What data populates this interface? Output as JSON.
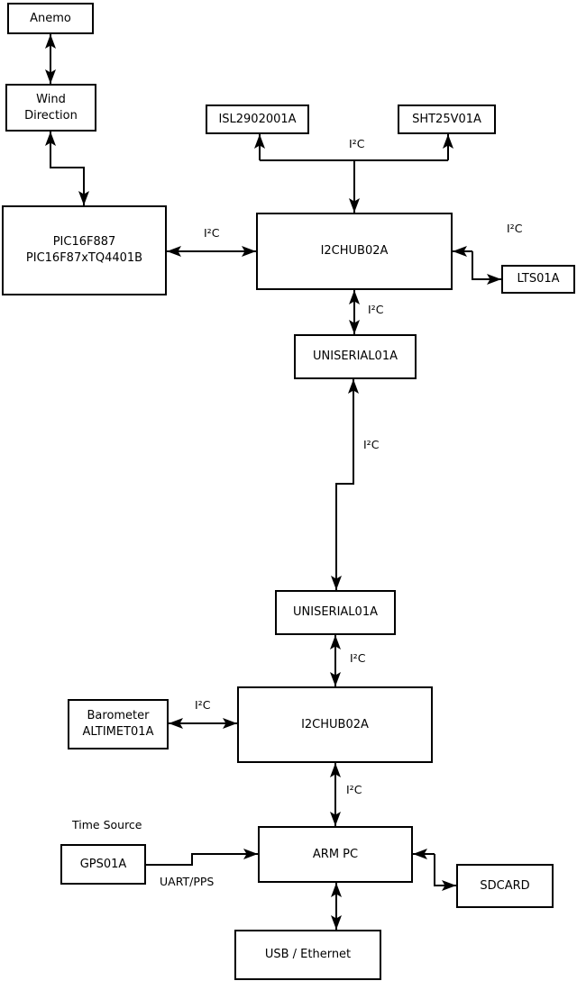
{
  "nodes": {
    "anemo": {
      "label": "Anemo"
    },
    "wind_direction": {
      "line1": "Wind",
      "line2": "Direction"
    },
    "pic": {
      "line1": "PIC16F887",
      "line2": "PIC16F87xTQ4401B"
    },
    "isl": {
      "label": "ISL2902001A"
    },
    "sht": {
      "label": "SHT25V01A"
    },
    "i2chub_top": {
      "label": "I2CHUB02A"
    },
    "lts": {
      "label": "LTS01A"
    },
    "uniserial_top": {
      "label": "UNISERIAL01A"
    },
    "uniserial_bottom": {
      "label": "UNISERIAL01A"
    },
    "barometer": {
      "line1": "Barometer",
      "line2": "ALTIMET01A"
    },
    "i2chub_bottom": {
      "label": "I2CHUB02A"
    },
    "gps": {
      "label": "GPS01A"
    },
    "arm_pc": {
      "label": "ARM PC"
    },
    "sdcard": {
      "label": "SDCARD"
    },
    "usb_ethernet": {
      "label": "USB / Ethernet"
    }
  },
  "labels": {
    "i2c": "I²C",
    "time_source": "Time Source",
    "uart_pps": "UART/PPS"
  },
  "edges": [
    {
      "from": "anemo",
      "to": "wind_direction",
      "arrows": "both",
      "label": ""
    },
    {
      "from": "wind_direction",
      "to": "pic",
      "arrows": "both",
      "label": ""
    },
    {
      "from": "i2chub_top",
      "to": "isl",
      "arrows": "both",
      "label": "I²C"
    },
    {
      "from": "i2chub_top",
      "to": "sht",
      "arrows": "both",
      "label": "I²C"
    },
    {
      "from": "pic",
      "to": "i2chub_top",
      "arrows": "both",
      "label": "I²C"
    },
    {
      "from": "i2chub_top",
      "to": "lts",
      "arrows": "both",
      "label": "I²C"
    },
    {
      "from": "i2chub_top",
      "to": "uniserial_top",
      "arrows": "both",
      "label": "I²C"
    },
    {
      "from": "uniserial_top",
      "to": "uniserial_bottom",
      "arrows": "both",
      "label": "I²C"
    },
    {
      "from": "uniserial_bottom",
      "to": "i2chub_bottom",
      "arrows": "both",
      "label": "I²C"
    },
    {
      "from": "barometer",
      "to": "i2chub_bottom",
      "arrows": "both",
      "label": "I²C"
    },
    {
      "from": "i2chub_bottom",
      "to": "arm_pc",
      "arrows": "both",
      "label": "I²C"
    },
    {
      "from": "gps",
      "to": "arm_pc",
      "arrows": "end",
      "label": "UART/PPS"
    },
    {
      "from": "arm_pc",
      "to": "sdcard",
      "arrows": "both",
      "label": ""
    },
    {
      "from": "arm_pc",
      "to": "usb_ethernet",
      "arrows": "both",
      "label": ""
    }
  ],
  "colors": {
    "background": "#ffffff",
    "box_fill": "#ffffff",
    "box_border": "#000000",
    "line": "#000000",
    "text": "#000000"
  }
}
